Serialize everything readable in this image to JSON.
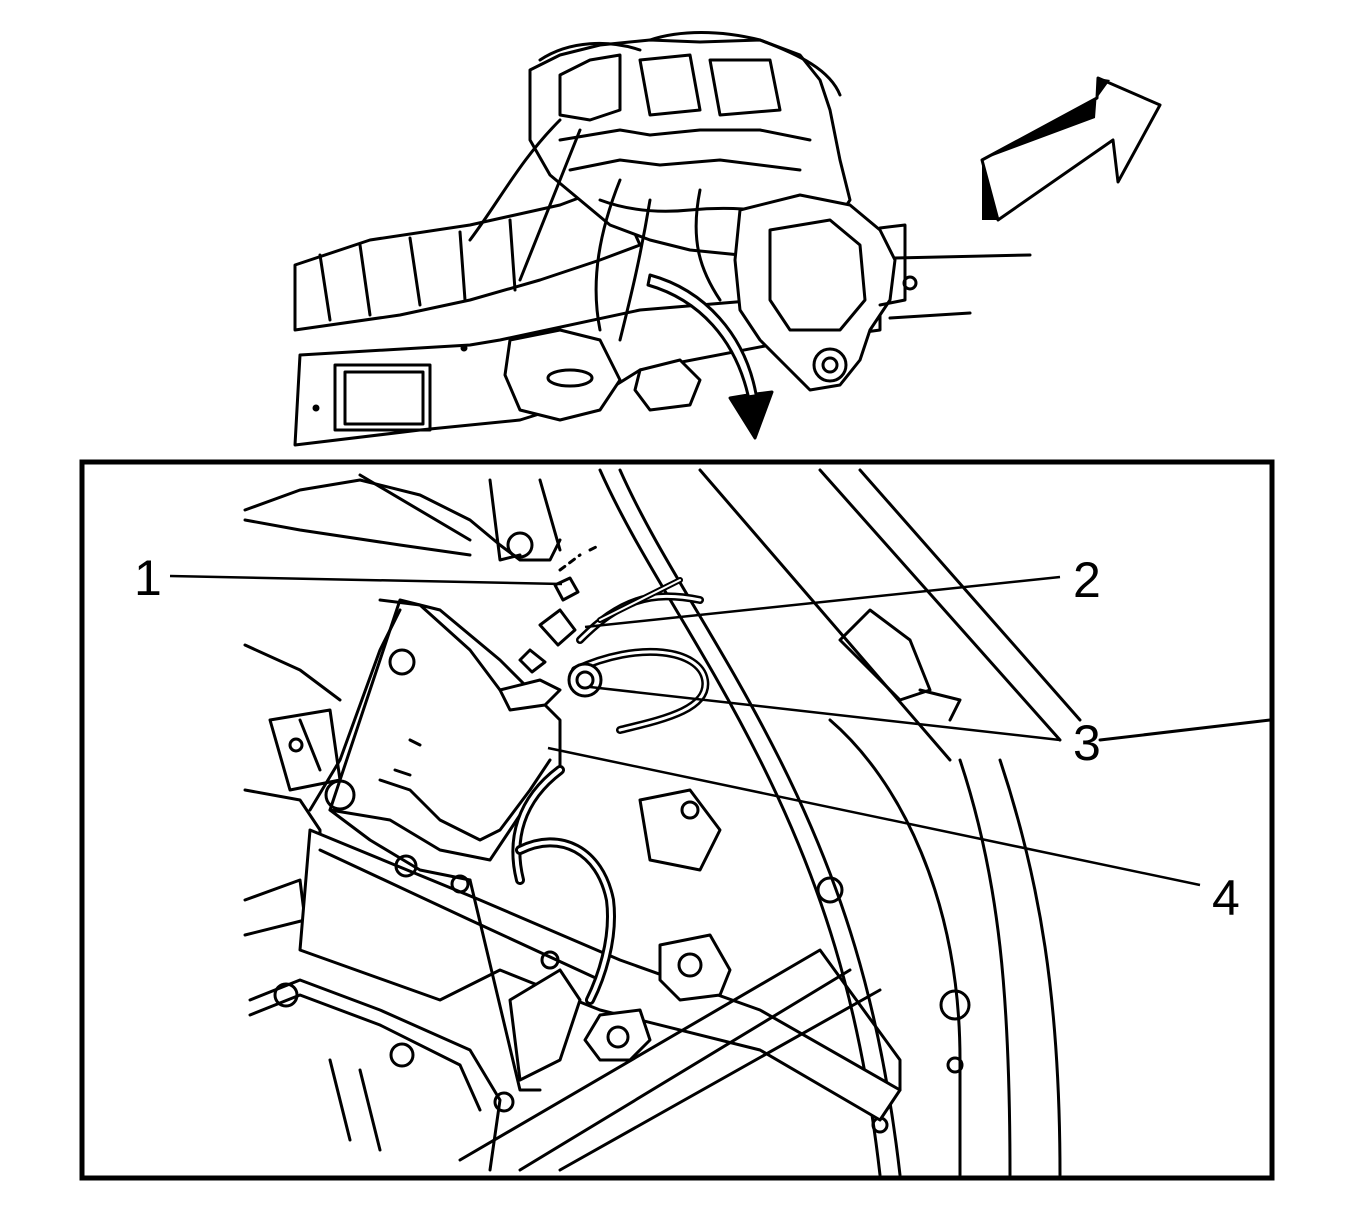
{
  "callouts": [
    {
      "id": 1,
      "label": "1"
    },
    {
      "id": 2,
      "label": "2"
    },
    {
      "id": 3,
      "label": "3"
    },
    {
      "id": 4,
      "label": "4"
    }
  ],
  "colors": {
    "ink": "#000000",
    "paper": "#ffffff"
  },
  "icons": {
    "direction_arrow": "forward-arrow-icon",
    "detail_arrow": "curved-pointer-arrow-icon"
  }
}
